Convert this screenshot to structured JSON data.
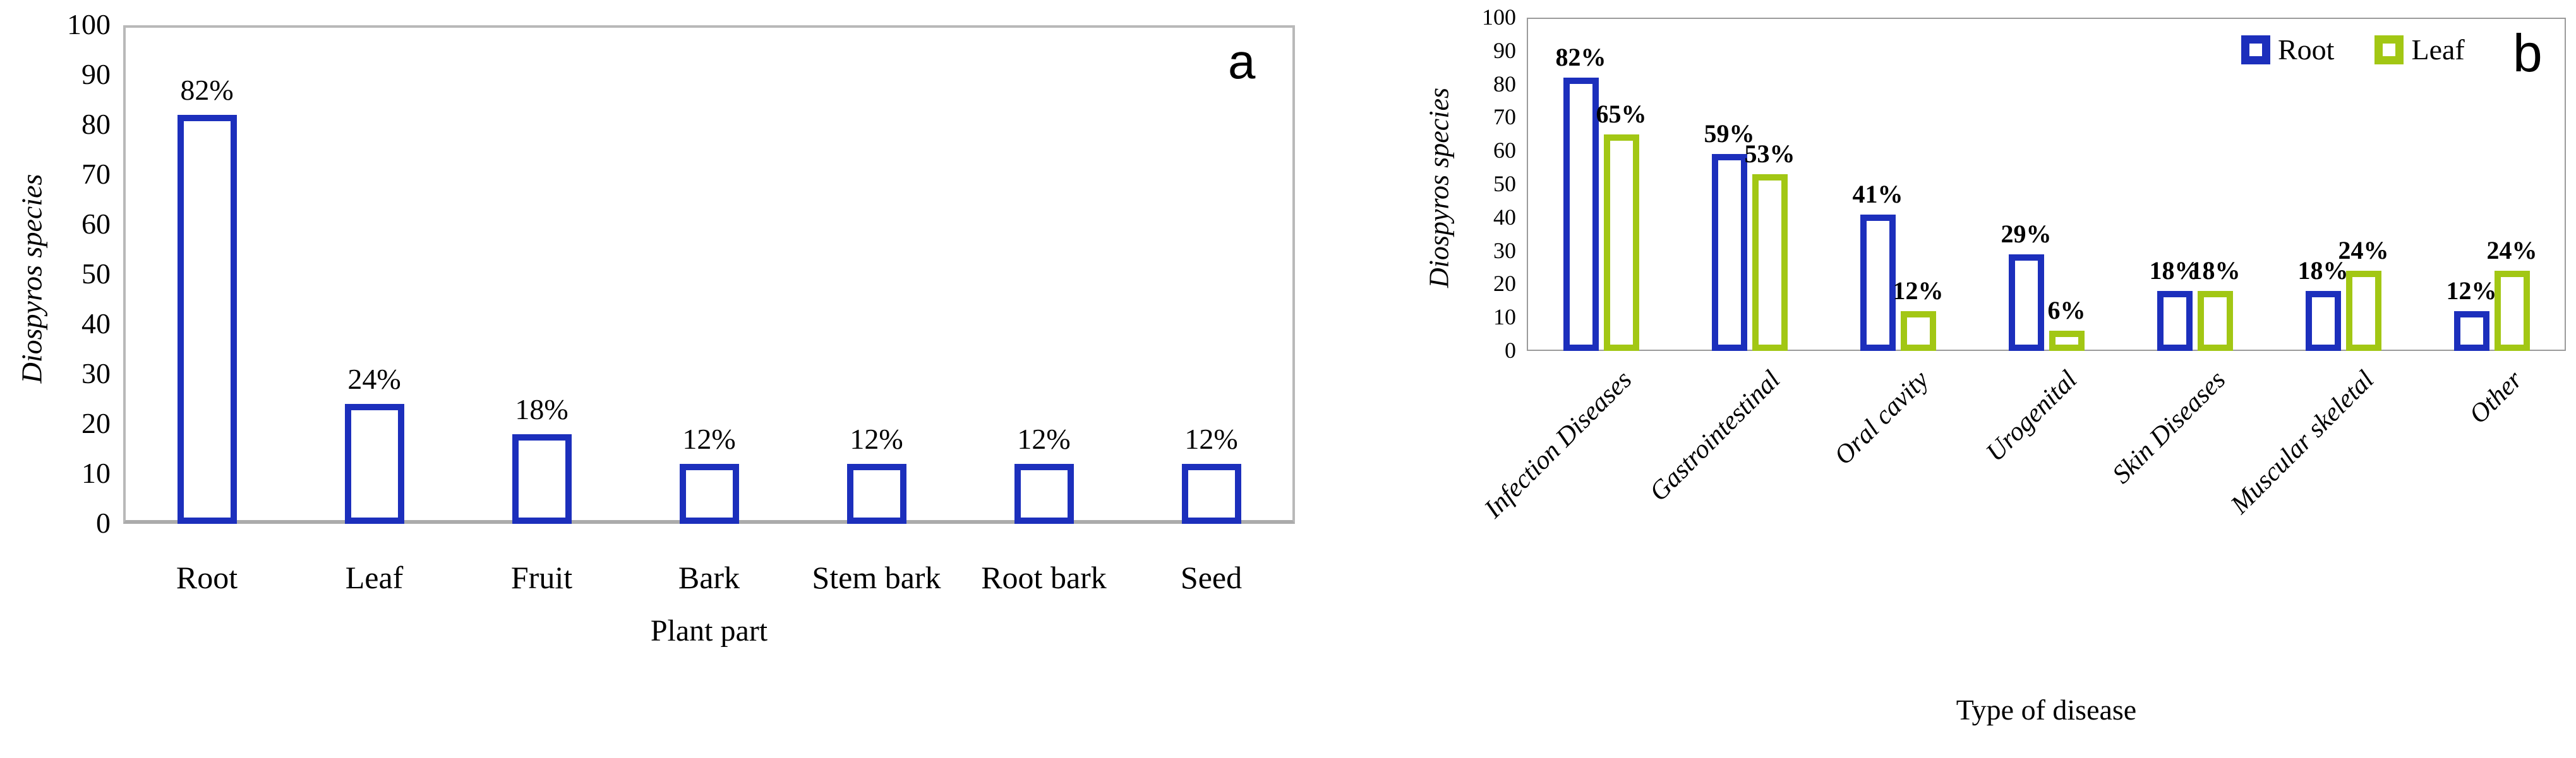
{
  "figure": {
    "background": "#ffffff",
    "colors": {
      "root_blue": "#1c2fbc",
      "leaf_green": "#a2c714",
      "plot_border_a": "#b9b9b9",
      "plot_border_b": "#9b9b9b",
      "text": "#000000"
    },
    "panel_a": {
      "letter": "a",
      "y_title": "Diospyros species",
      "x_title": "Plant part"
    },
    "panel_b": {
      "letter": "b",
      "y_title": "Diospyros species",
      "x_title": "Type of disease",
      "legend": [
        {
          "label": "Root",
          "color": "#1c2fbc"
        },
        {
          "label": "Leaf",
          "color": "#a2c714"
        }
      ]
    }
  },
  "chart_data": [
    {
      "type": "bar",
      "panel": "a",
      "title": "",
      "categories": [
        "Root",
        "Leaf",
        "Fruit",
        "Bark",
        "Stem bark",
        "Root bark",
        "Seed"
      ],
      "values": [
        82,
        24,
        18,
        12,
        12,
        12,
        12
      ],
      "data_labels": [
        "82%",
        "24%",
        "18%",
        "12%",
        "12%",
        "12%",
        "12%"
      ],
      "xlabel": "Plant part",
      "ylabel": "Diospyros species",
      "ylim": [
        0,
        100
      ],
      "y_ticks": [
        0,
        10,
        20,
        30,
        40,
        50,
        60,
        70,
        80,
        90,
        100
      ],
      "grid": false,
      "bar_fill": "#ffffff",
      "bar_border_color": "#1c2fbc"
    },
    {
      "type": "bar",
      "panel": "b",
      "title": "",
      "categories": [
        "Infection Diseases",
        "Gastrointestinal",
        "Oral cavity",
        "Urogenital",
        "Skin Diseases",
        "Muscular skeletal",
        "Other"
      ],
      "series": [
        {
          "name": "Root",
          "values": [
            82,
            59,
            41,
            29,
            18,
            18,
            12
          ],
          "data_labels": [
            "82%",
            "59%",
            "41%",
            "29%",
            "18%",
            "18%",
            "12%"
          ],
          "color": "#1c2fbc"
        },
        {
          "name": "Leaf",
          "values": [
            65,
            53,
            12,
            6,
            18,
            24,
            24
          ],
          "data_labels": [
            "65%",
            "53%",
            "12%",
            "6%",
            "18%",
            "24%",
            "24%"
          ],
          "color": "#a2c714"
        }
      ],
      "xlabel": "Type of disease",
      "ylabel": "Diospyros species",
      "ylim": [
        0,
        100
      ],
      "y_ticks": [
        0,
        10,
        20,
        30,
        40,
        50,
        60,
        70,
        80,
        90,
        100
      ],
      "grid": false,
      "bar_fill": "#ffffff",
      "legend_position": "top-right"
    }
  ]
}
